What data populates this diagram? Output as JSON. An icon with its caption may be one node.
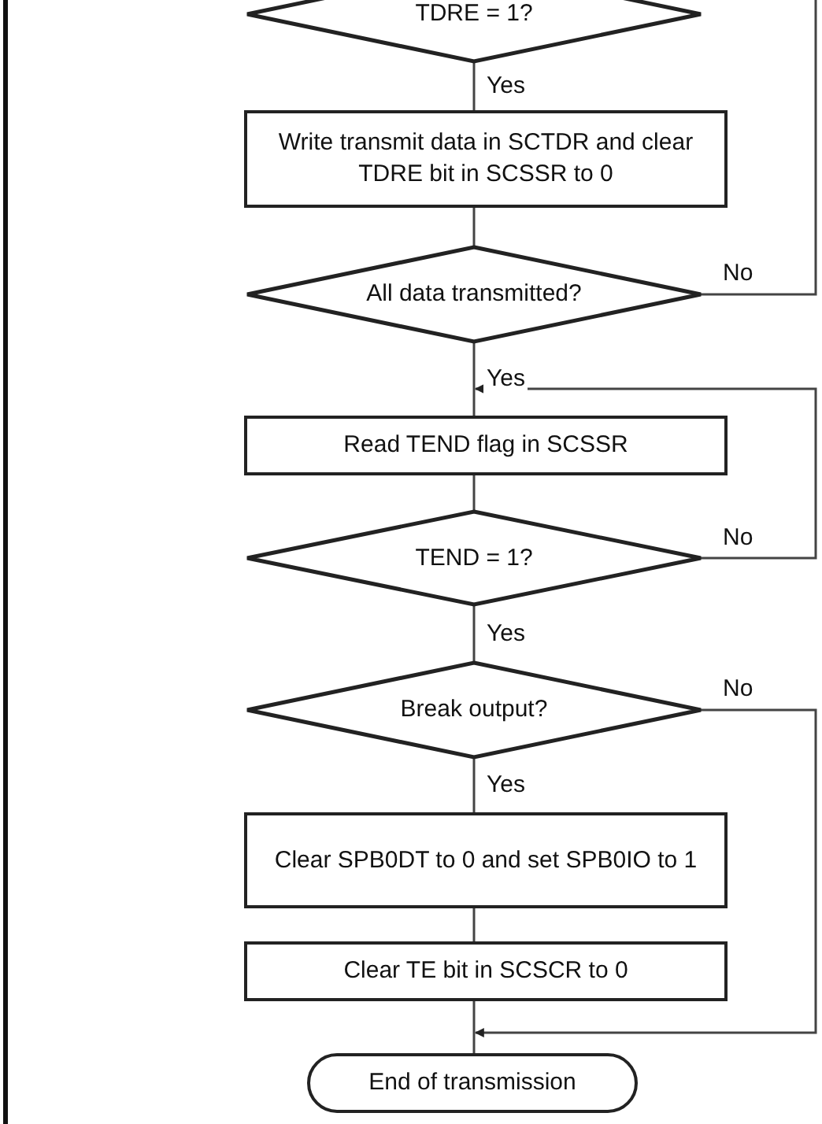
{
  "diagram": {
    "nodes": [
      {
        "text": [
          "TDRE = 1?"
        ]
      },
      {
        "text": [
          "Write transmit data in SCTDR and clear TDRE bit in SCSSR to 0"
        ]
      },
      {
        "text": [
          "All data transmitted?"
        ]
      },
      {
        "text": [
          "Read TEND flag in SCSSR"
        ]
      },
      {
        "text": [
          "TEND = 1?"
        ]
      },
      {
        "text": [
          "Break output?"
        ]
      },
      {
        "text": [
          "Clear SPB0DT to 0 and set SPB0IO to 1"
        ]
      },
      {
        "text": [
          "Clear TE bit in SCSCR to 0"
        ]
      },
      {
        "text": [
          "End of transmission"
        ]
      }
    ],
    "edges": [
      {
        "from": 0,
        "to": 1,
        "arrow": "none",
        "label": "Yes"
      },
      {
        "from": 1,
        "to": 2,
        "arrow": "none"
      },
      {
        "from": 2,
        "to": 3,
        "arrow": "none",
        "label": "Yes"
      },
      {
        "from": 2,
        "to": null,
        "arrow": "none",
        "label": "No"
      },
      {
        "from": 3,
        "to": 4,
        "arrow": "none"
      },
      {
        "from": 4,
        "to": 3,
        "arrow": "to",
        "label": "No"
      },
      {
        "from": 4,
        "to": 5,
        "arrow": "none",
        "label": "Yes"
      },
      {
        "from": 5,
        "to": 6,
        "arrow": "none",
        "label": "Yes"
      },
      {
        "from": 5,
        "to": 8,
        "arrow": "to",
        "label": "No"
      },
      {
        "from": 6,
        "to": 7,
        "arrow": "none"
      },
      {
        "from": 7,
        "to": 8,
        "arrow": "none"
      }
    ]
  }
}
